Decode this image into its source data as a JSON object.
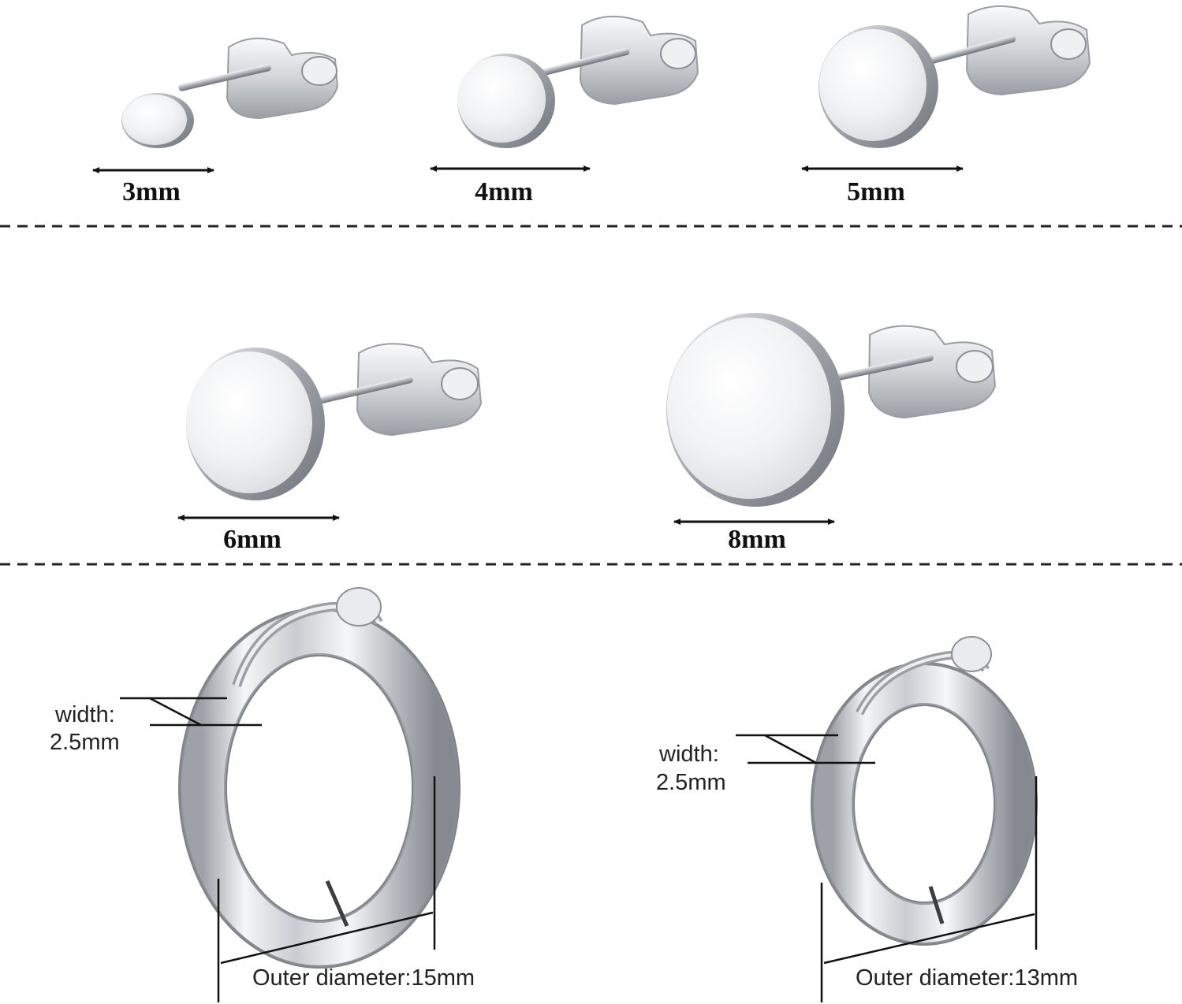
{
  "studs": {
    "row1": [
      {
        "size_label": "3mm"
      },
      {
        "size_label": "4mm"
      },
      {
        "size_label": "5mm"
      }
    ],
    "row2": [
      {
        "size_label": "6mm"
      },
      {
        "size_label": "8mm"
      }
    ]
  },
  "hoops": [
    {
      "width_label_line1": "width:",
      "width_label_line2": "2.5mm",
      "diameter_label": "Outer diameter:15mm"
    },
    {
      "width_label_line1": "width:",
      "width_label_line2": "2.5mm",
      "diameter_label": "Outer diameter:13mm"
    }
  ],
  "colors": {
    "metal_light": "#f4f5f7",
    "metal_mid": "#c4c7cc",
    "metal_dark": "#7d8187",
    "ink": "#111111"
  }
}
